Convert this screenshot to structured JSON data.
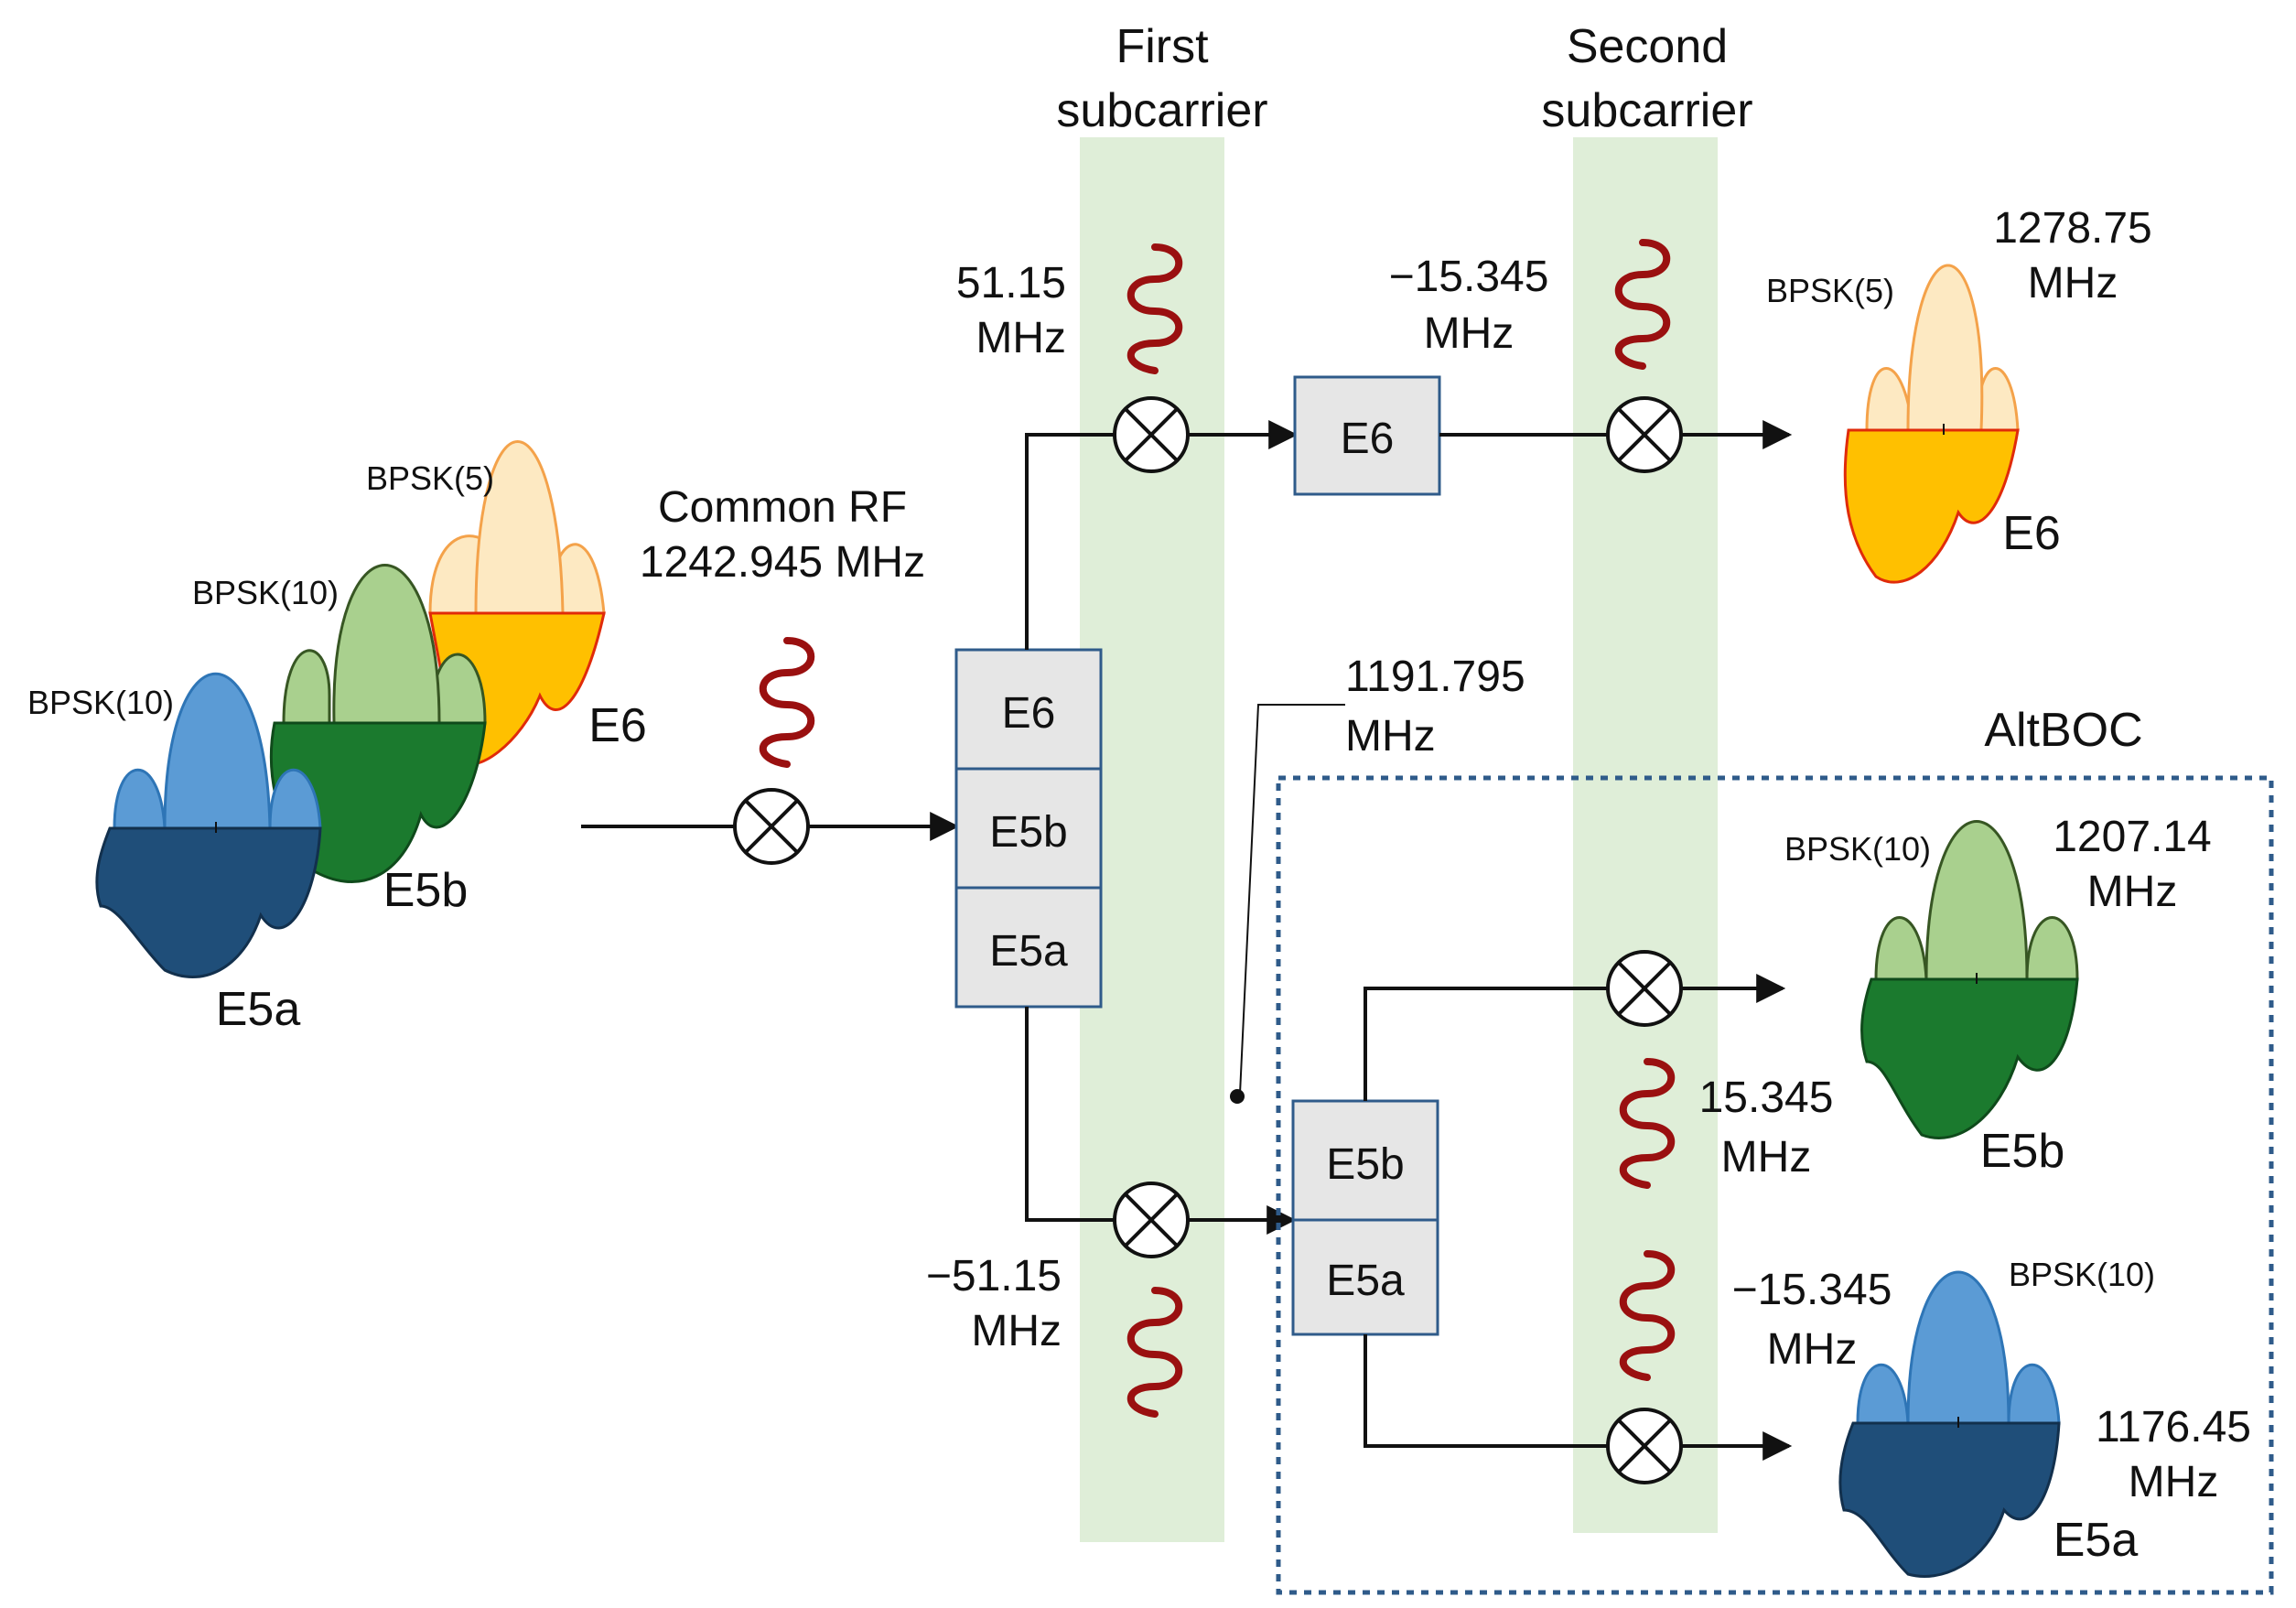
{
  "headers": {
    "first_subcarrier": [
      "First",
      "subcarrier"
    ],
    "second_subcarrier": [
      "Second",
      "subcarrier"
    ]
  },
  "input": {
    "spectra": [
      {
        "band": "E6",
        "modulation": "BPSK(5)"
      },
      {
        "band": "E5b",
        "modulation": "BPSK(10)"
      },
      {
        "band": "E5a",
        "modulation": "BPSK(10)"
      }
    ],
    "common_rf": [
      "Common RF",
      "1242.945 MHz"
    ]
  },
  "filter_main": [
    "E6",
    "E5b",
    "E5a"
  ],
  "first_stage": {
    "upper_freq": [
      "51.15",
      "MHz"
    ],
    "lower_freq": [
      "−51.15",
      "MHz"
    ],
    "intermediate": [
      "1191.795",
      "MHz"
    ]
  },
  "filter_e6": "E6",
  "filter_e5": [
    "E5b",
    "E5a"
  ],
  "second_stage": {
    "e6_freq": [
      "−15.345",
      "MHz"
    ],
    "e5b_freq": [
      "15.345",
      "MHz"
    ],
    "e5a_freq": [
      "−15.345",
      "MHz"
    ]
  },
  "outputs": {
    "e6": {
      "band": "E6",
      "modulation": "BPSK(5)",
      "freq": [
        "1278.75",
        "MHz"
      ]
    },
    "e5b": {
      "band": "E5b",
      "modulation": "BPSK(10)",
      "freq": [
        "1207.14",
        "MHz"
      ]
    },
    "e5a": {
      "band": "E5a",
      "modulation": "BPSK(10)",
      "freq": [
        "1176.45",
        "MHz"
      ]
    }
  },
  "altboc_label": "AltBOC",
  "colors": {
    "band_green": "#dfeed8",
    "e6_light": "#fde9c2",
    "e6_orange": "#f4a24a",
    "e6_yellow": "#ffc000",
    "e6_red": "#e02b0a",
    "e5b_light": "#a9d08e",
    "e5b_dark": "#1b7a2e",
    "e5a_light": "#5b9bd5",
    "e5a_dark": "#1f4e79",
    "wave": "#9a1010",
    "box_border": "#2f5b8a",
    "altboc_border": "#2f5b8a"
  }
}
